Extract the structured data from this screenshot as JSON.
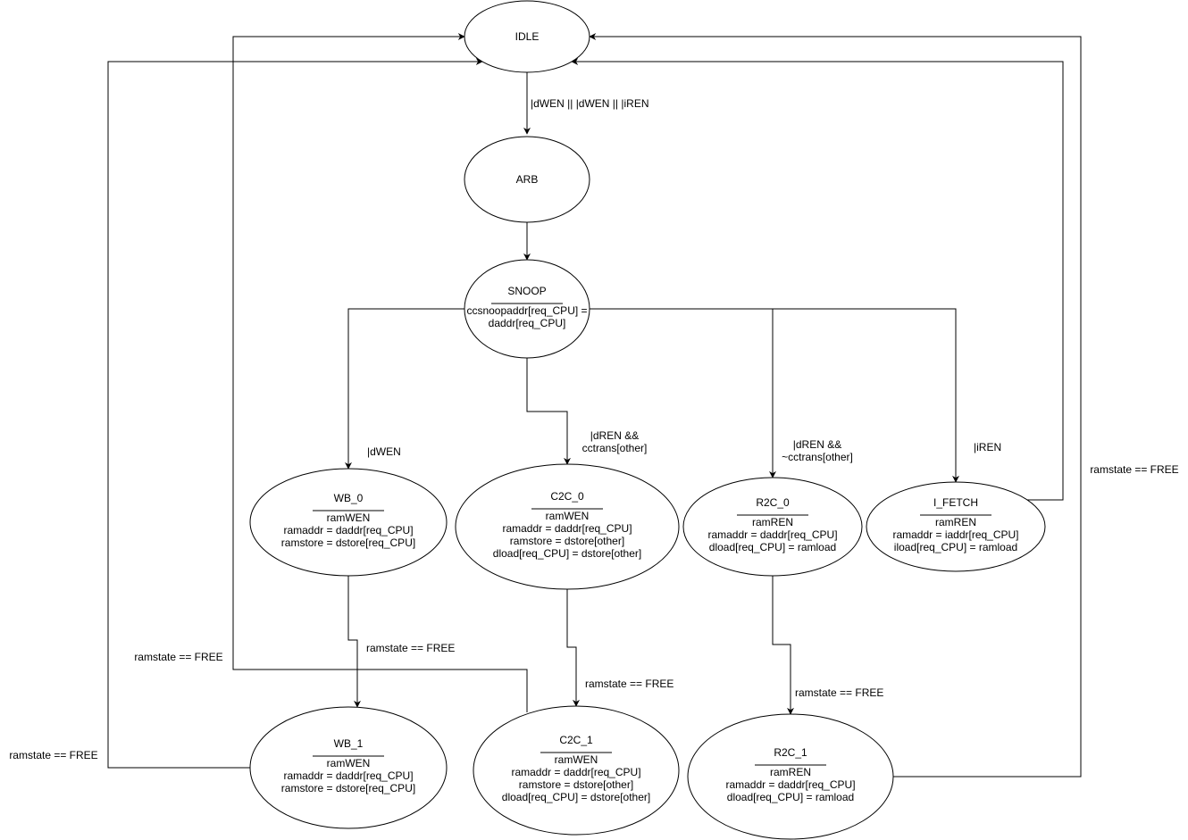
{
  "diagram": {
    "nodes": {
      "idle": {
        "title": "IDLE",
        "lines": []
      },
      "arb": {
        "title": "ARB",
        "lines": []
      },
      "snoop": {
        "title": "SNOOP",
        "lines": [
          "ccsnoopaddr[req_CPU] =",
          "daddr[req_CPU]"
        ]
      },
      "wb0": {
        "title": "WB_0",
        "lines": [
          "ramWEN",
          "ramaddr = daddr[req_CPU]",
          "ramstore = dstore[req_CPU]"
        ]
      },
      "c2c0": {
        "title": "C2C_0",
        "lines": [
          "ramWEN",
          "ramaddr = daddr[req_CPU]",
          "ramstore = dstore[other]",
          "dload[req_CPU] = dstore[other]"
        ]
      },
      "r2c0": {
        "title": "R2C_0",
        "lines": [
          "ramREN",
          "ramaddr = daddr[req_CPU]",
          "dload[req_CPU] = ramload"
        ]
      },
      "ifetch": {
        "title": "I_FETCH",
        "lines": [
          "ramREN",
          "ramaddr = iaddr[req_CPU]",
          "iload[req_CPU] = ramload"
        ]
      },
      "wb1": {
        "title": "WB_1",
        "lines": [
          "ramWEN",
          "ramaddr = daddr[req_CPU]",
          "ramstore = dstore[req_CPU]"
        ]
      },
      "c2c1": {
        "title": "C2C_1",
        "lines": [
          "ramWEN",
          "ramaddr = daddr[req_CPU]",
          "ramstore = dstore[other]",
          "dload[req_CPU] = dstore[other]"
        ]
      },
      "r2c1": {
        "title": "R2C_1",
        "lines": [
          "ramREN",
          "ramaddr = daddr[req_CPU]",
          "dload[req_CPU] = ramload"
        ]
      }
    },
    "edges": {
      "idle_arb": {
        "label": [
          "|dWEN || |dWEN || |iREN"
        ]
      },
      "arb_snoop": {
        "label": []
      },
      "snoop_wb0": {
        "label": [
          "|dWEN"
        ]
      },
      "snoop_c2c0": {
        "label": [
          "|dREN &&",
          "cctrans[other]"
        ]
      },
      "snoop_r2c0": {
        "label": [
          "|dREN &&",
          "~cctrans[other]"
        ]
      },
      "snoop_ifetch": {
        "label": [
          "|iREN"
        ]
      },
      "wb0_wb1": {
        "label": [
          "ramstate == FREE"
        ]
      },
      "c2c0_c2c1": {
        "label": [
          "ramstate == FREE"
        ]
      },
      "r2c0_r2c1": {
        "label": [
          "ramstate == FREE"
        ]
      },
      "c2c1_idle": {
        "label": [
          "ramstate == FREE"
        ]
      },
      "wb1_idle": {
        "label": [
          "ramstate == FREE"
        ]
      },
      "r2c1_idle": {
        "label": [
          "ramstate == FREE"
        ]
      },
      "ifetch_idle": {
        "label": []
      }
    }
  }
}
